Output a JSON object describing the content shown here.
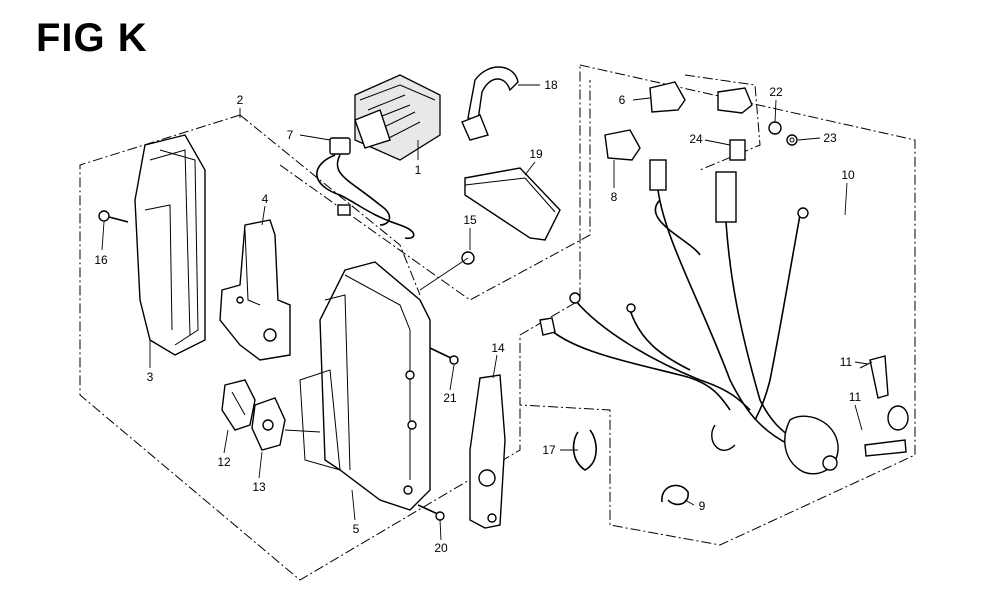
{
  "figure": {
    "title": "FIG K"
  },
  "callouts": [
    "1",
    "2",
    "3",
    "4",
    "5",
    "6",
    "7",
    "8",
    "9",
    "10",
    "11",
    "11",
    "12",
    "13",
    "14",
    "15",
    "16",
    "17",
    "18",
    "19",
    "20",
    "21",
    "22",
    "23",
    "24"
  ]
}
